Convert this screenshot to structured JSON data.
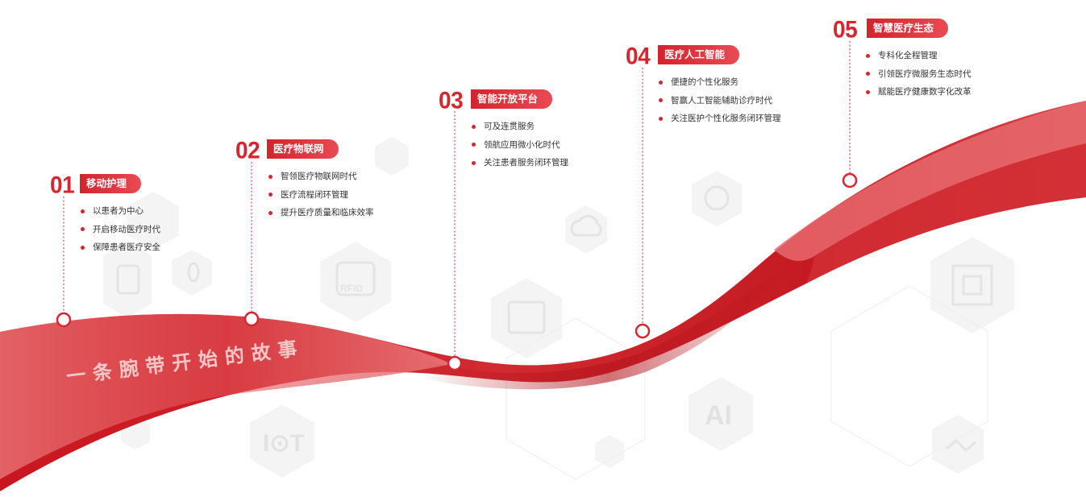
{
  "ribbon_title": "一条腕带开始的故事",
  "colors": {
    "accent": "#d7262f",
    "ribbon_dark": "#c8171f",
    "ribbon_light": "#e3585c",
    "text": "#333333"
  },
  "milestones": [
    {
      "num": "01",
      "title": "移动护理",
      "items": [
        "以患者为中心",
        "开启移动医疗时代",
        "保障患者医疗安全"
      ]
    },
    {
      "num": "02",
      "title": "医疗物联网",
      "items": [
        "智领医疗物联网时代",
        "医疗流程闭环管理",
        "提升医疗质量和临床效率"
      ]
    },
    {
      "num": "03",
      "title": "智能开放平台",
      "items": [
        "可及连贯服务",
        "领航应用微小化时代",
        "关注患者服务闭环管理"
      ]
    },
    {
      "num": "04",
      "title": "医疗人工智能",
      "items": [
        "便捷的个性化服务",
        "智赢人工智能辅助诊疗时代",
        "关注医护个性化服务闭环管理"
      ]
    },
    {
      "num": "05",
      "title": "智慧医疗生态",
      "items": [
        "专科化全程管理",
        "引领医疗微服务生态时代",
        "赋能医疗健康数字化改革"
      ]
    }
  ],
  "watermark_icons": {
    "rfid": "RFID",
    "iot": "I⊙T",
    "ai": "AI"
  }
}
